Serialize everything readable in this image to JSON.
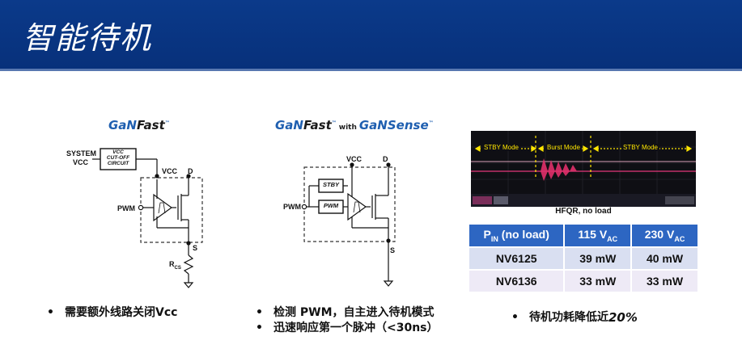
{
  "slide": {
    "title": "智能待机"
  },
  "left": {
    "logo": {
      "gan": "GaN",
      "fast": "Fast",
      "tm": "™"
    },
    "labels": {
      "system": "SYSTEM",
      "vcc_sys": "VCC",
      "cutoff_1": "VCC",
      "cutoff_2": "CUT-OFF",
      "cutoff_3": "CIRCUIT",
      "vcc": "VCC",
      "d": "D",
      "pwm": "PWM",
      "s": "S",
      "rcs": "R",
      "rcs_sub": "CS"
    },
    "bullet": "需要额外线路关闭Vcc"
  },
  "middle": {
    "logo": {
      "gan": "GaN",
      "fast": "Fast",
      "with": "with",
      "gan2": "GaN",
      "sense": "Sense",
      "tm": "™"
    },
    "labels": {
      "vcc": "VCC",
      "d": "D",
      "stby": "STBY",
      "pwm_box": "PWM",
      "pwm": "PWM",
      "s": "S"
    },
    "bullets": [
      "检测 PWM，自主进入待机模式",
      "迅速响应第一个脉冲（<30ns）"
    ]
  },
  "right": {
    "scope": {
      "stby_left": "STBY Mode",
      "burst": "Burst Mode",
      "stby_right": "STBY Mode"
    },
    "caption": "HFQR, no load",
    "table": {
      "headers": [
        {
          "main": "P",
          "sub": "IN",
          "rest": " (no load)"
        },
        {
          "main": "115 V",
          "sub": "AC",
          "rest": ""
        },
        {
          "main": "230 V",
          "sub": "AC",
          "rest": ""
        }
      ],
      "rows": [
        [
          "NV6125",
          "39 mW",
          "40 mW"
        ],
        [
          "NV6136",
          "33 mW",
          "33 mW"
        ]
      ]
    },
    "bullet_prefix": "待机功耗降低近 ",
    "bullet_value": "20%"
  },
  "colors": {
    "header": "#0b3a8a",
    "table_header": "#2d66c2",
    "row1": "#d9dff1",
    "row2": "#eeeaf6",
    "burst": "#e0306a",
    "scope_text": "#ffe600"
  }
}
